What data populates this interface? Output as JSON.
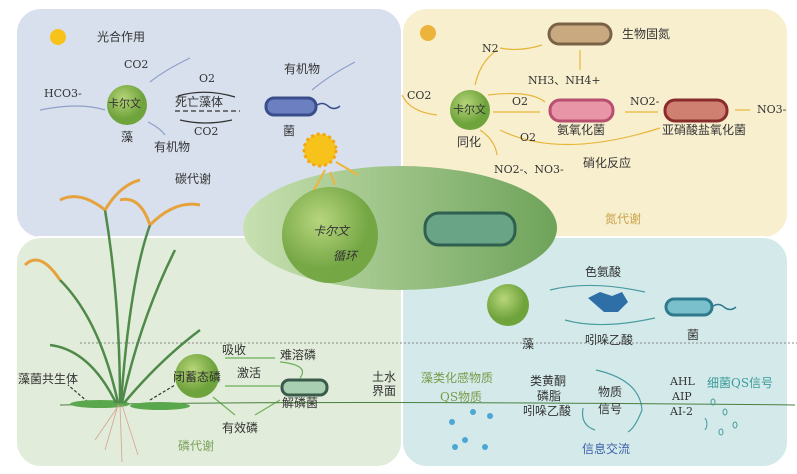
{
  "carbon": {
    "title": "碳代谢",
    "photosynthesis": "光合作用",
    "co2_in": "CO2",
    "hco3": "HCO3-",
    "calvin": "卡尔文",
    "algae": "藻",
    "organic_out": "有机物",
    "o2": "O2",
    "dead_algae": "死亡藻体",
    "co2_back": "CO2",
    "organic_in": "有机物",
    "bacteria": "菌"
  },
  "nitrogen": {
    "title": "氮代谢",
    "n2": "N2",
    "fixation": "生物固氮",
    "nh": "NH3、NH4+",
    "co2": "CO2",
    "calvin": "卡尔文",
    "assimilation": "同化",
    "o2_a": "O2",
    "aob": "氨氧化菌",
    "no2": "NO2-",
    "nob": "亚硝酸盐氧化菌",
    "no3": "NO3-",
    "o2_b": "O2",
    "nitrification": "硝化反应",
    "no2_no3": "NO2-、NO3-"
  },
  "center": {
    "calvin": "卡尔文",
    "cycle": "循环"
  },
  "phosphorus": {
    "title": "磷代谢",
    "absorb": "吸收",
    "insoluble_p": "难溶磷",
    "activate": "激活",
    "occluded_p": "闭蓄态磷",
    "symbiont": "藻菌共生体",
    "psb": "解磷菌",
    "interface": "土水界面",
    "available_p": "有效磷"
  },
  "info": {
    "title": "信息交流",
    "tryptophan": "色氨酸",
    "algae": "藻",
    "bacteria": "菌",
    "iaa": "吲哚乙酸",
    "algae_signals": "藻类化感物质",
    "qs_material": "QS物质",
    "flavonoid": "类黄酮",
    "phospholipid": "磷脂",
    "iaa2": "吲哚乙酸",
    "material": "物质",
    "signal": "信号",
    "ahl": "AHL",
    "aip": "AIP",
    "ai2": "AI-2",
    "bacterial_qs": "细菌QS信号"
  }
}
